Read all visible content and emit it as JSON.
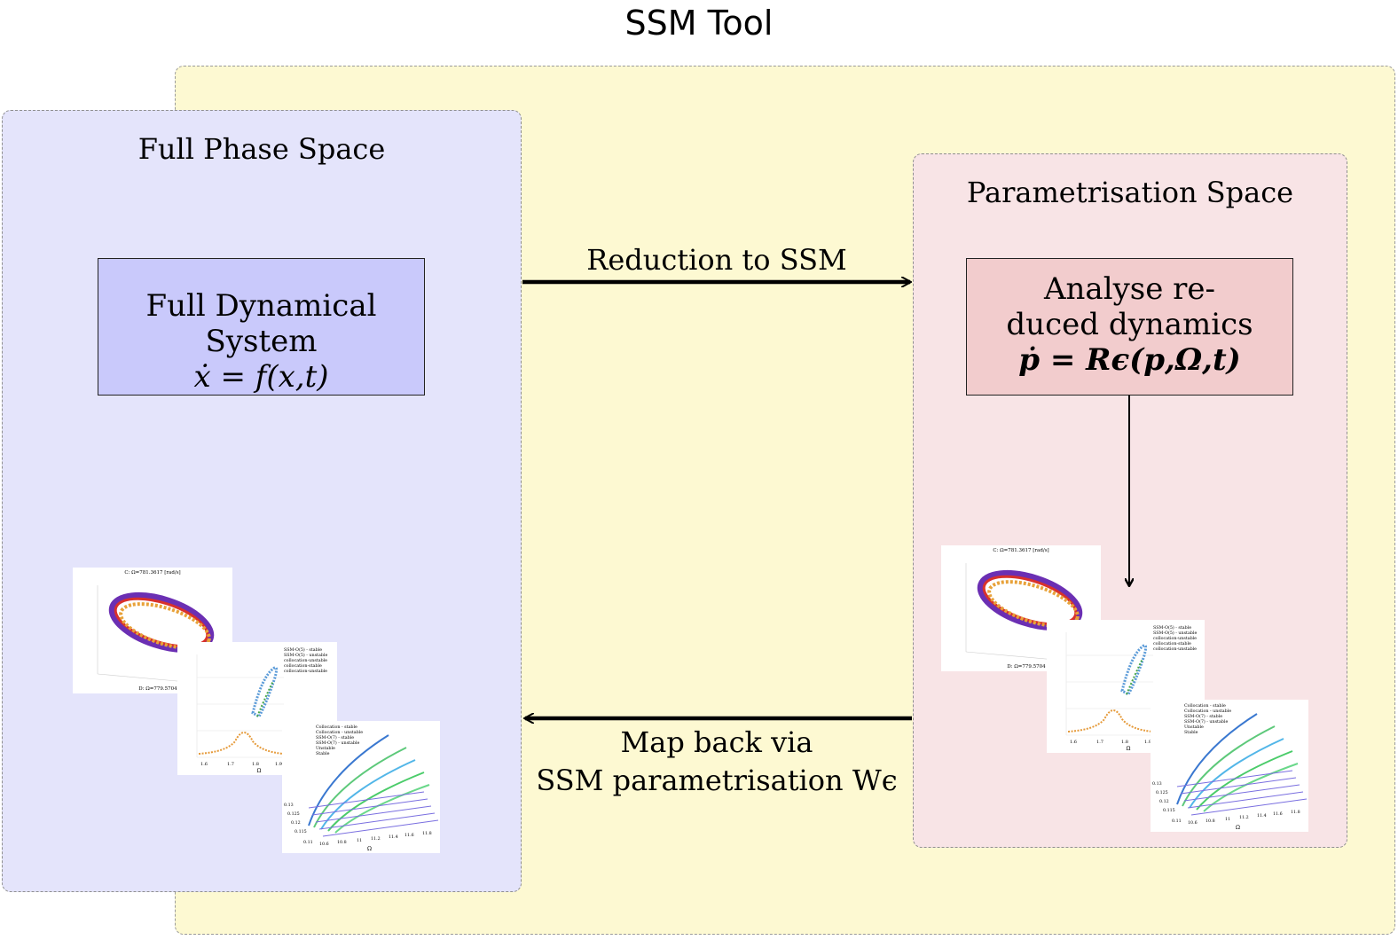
{
  "title": "SSM Tool",
  "full_phase_space": {
    "title": "Full Phase Space",
    "box_title": "Full Dynamical System",
    "equation": "ẋ = f(x,t)"
  },
  "parametrisation_space": {
    "title": "Parametrisation Space",
    "box_line1": "Analyse re-",
    "box_line2": "duced dynamics",
    "equation": "ṗ = Rϵ(p,Ω,t)"
  },
  "arrows": {
    "reduction": "Reduction to SSM",
    "map_back_line1": "Map back via",
    "map_back_line2": "SSM parametrisation Wϵ"
  },
  "thumbnails": {
    "torus_title": "C: Ω=781.3617 [rad/s]",
    "torus_footer": "D: Ω=779.5704 [rad/s]",
    "frc_legend": [
      "SSM-O(5) - stable",
      "SSM-O(5) - unstable",
      "collocation-unstable",
      "collocation-stable",
      "collocation-unstable"
    ],
    "frc_x_ticks": [
      "1.6",
      "1.7",
      "1.8",
      "1.9"
    ],
    "frc_x_label": "Ω",
    "surf_legend": [
      "Collocation - stable",
      "Collocation - unstable",
      "SSM-O(7) - stable",
      "SSM-O(7) - unstable",
      "Unstable",
      "Stable"
    ],
    "surf_x_ticks": [
      "10.6",
      "10.8",
      "11",
      "11.2",
      "11.4",
      "11.6",
      "11.8"
    ],
    "surf_e_ticks": [
      "0.13",
      "0.125",
      "0.12",
      "0.115",
      "0.11"
    ],
    "surf_x_label": "Ω"
  },
  "colors": {
    "tool_bg": "#fdf9d2",
    "full_space_bg": "#e4e4fb",
    "full_box_bg": "#c9c9fb",
    "param_space_bg": "#f8e4e6",
    "param_box_bg": "#f2cccd"
  }
}
